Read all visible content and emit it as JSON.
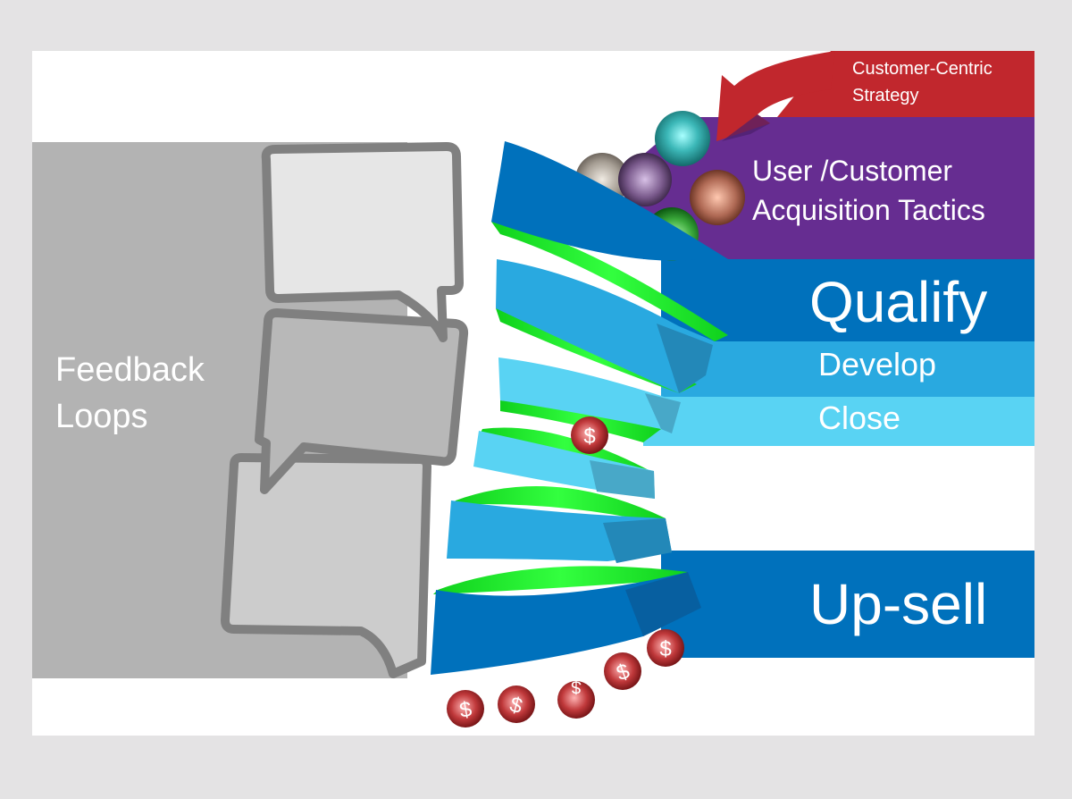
{
  "diagram": {
    "feedback": {
      "line1": "Feedback",
      "line2": "Loops"
    },
    "strategy": {
      "line1": "Customer-Centric",
      "line2": "Strategy"
    },
    "acquisition": {
      "line1": "User /Customer",
      "line2": "Acquisition Tactics"
    },
    "stages": [
      {
        "label": "Qualify"
      },
      {
        "label": "Develop"
      },
      {
        "label": "Close"
      },
      {
        "label": "Up-sell"
      }
    ],
    "dollar_symbol": "$",
    "colors": {
      "background": "#e4e3e4",
      "canvas": "#ffffff",
      "feedback_block": "#b3b3b3",
      "bubble_stroke": "#808080",
      "strategy_red": "#c1272d",
      "acquisition_purple": "#662d91",
      "qualify_blue": "#0071bc",
      "develop_blue": "#29a9e0",
      "close_blue": "#59d3f3",
      "ribbon_green": "#22e832",
      "coin_red": "#8b1a1a"
    }
  }
}
